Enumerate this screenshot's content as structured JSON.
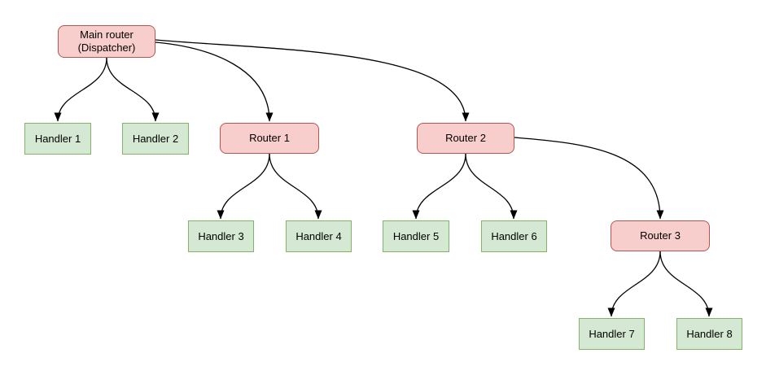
{
  "diagram": {
    "background": "#ffffff",
    "colors": {
      "background": "#ffffff",
      "router_fill": "#f8cecc",
      "router_border": "#b85450",
      "handler_fill": "#d5e8d4",
      "handler_border": "#82b366",
      "edge_color": "#000000"
    },
    "nodes": [
      {
        "id": "main-router",
        "type": "router",
        "label": "Main router\n(Dispatcher)"
      },
      {
        "id": "handler-1",
        "type": "handler",
        "label": "Handler 1"
      },
      {
        "id": "handler-2",
        "type": "handler",
        "label": "Handler 2"
      },
      {
        "id": "router-1",
        "type": "router",
        "label": "Router 1"
      },
      {
        "id": "router-2",
        "type": "router",
        "label": "Router 2"
      },
      {
        "id": "handler-3",
        "type": "handler",
        "label": "Handler 3"
      },
      {
        "id": "handler-4",
        "type": "handler",
        "label": "Handler 4"
      },
      {
        "id": "handler-5",
        "type": "handler",
        "label": "Handler 5"
      },
      {
        "id": "handler-6",
        "type": "handler",
        "label": "Handler 6"
      },
      {
        "id": "router-3",
        "type": "router",
        "label": "Router 3"
      },
      {
        "id": "handler-7",
        "type": "handler",
        "label": "Handler 7"
      },
      {
        "id": "handler-8",
        "type": "handler",
        "label": "Handler 8"
      }
    ],
    "edges": [
      {
        "from": "main-router",
        "to": "handler-1"
      },
      {
        "from": "main-router",
        "to": "handler-2"
      },
      {
        "from": "main-router",
        "to": "router-1"
      },
      {
        "from": "main-router",
        "to": "router-2"
      },
      {
        "from": "router-1",
        "to": "handler-3"
      },
      {
        "from": "router-1",
        "to": "handler-4"
      },
      {
        "from": "router-2",
        "to": "handler-5"
      },
      {
        "from": "router-2",
        "to": "handler-6"
      },
      {
        "from": "router-2",
        "to": "router-3"
      },
      {
        "from": "router-3",
        "to": "handler-7"
      },
      {
        "from": "router-3",
        "to": "handler-8"
      }
    ]
  }
}
